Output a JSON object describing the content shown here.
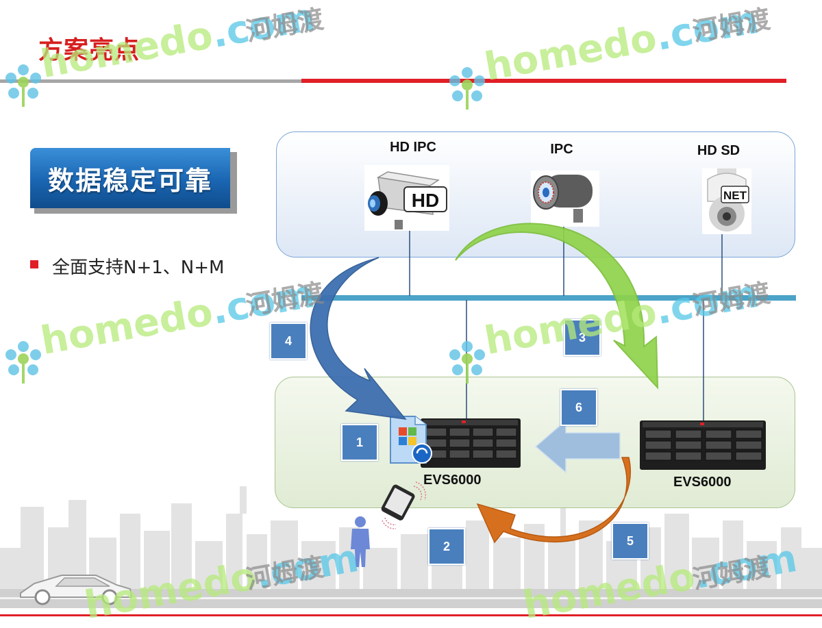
{
  "slide": {
    "title": "方案亮点",
    "badge": "数据稳定可靠",
    "bullet": "全面支持N+1、N+M"
  },
  "cameras": [
    {
      "label": "HD IPC",
      "badge": "HD"
    },
    {
      "label": "IPC"
    },
    {
      "label": "HD SD",
      "badge": "NET"
    }
  ],
  "servers": [
    {
      "label": "EVS6000"
    },
    {
      "label": "EVS6000"
    }
  ],
  "steps": [
    "1",
    "2",
    "3",
    "4",
    "5",
    "6"
  ],
  "watermark": {
    "brand": "homedo",
    "domain": ".com",
    "cn": "河姆渡"
  },
  "colors": {
    "title_red": "#d71f1f",
    "badge_blue": "#1a65b2",
    "network_bar": "#4ba3c7",
    "arrow_blue": "#3d6fb0",
    "arrow_green": "#8fd34a",
    "arrow_orange": "#d7701e",
    "arrow_lightblue": "#9fbedd",
    "step_blue": "#4a7fbe"
  }
}
